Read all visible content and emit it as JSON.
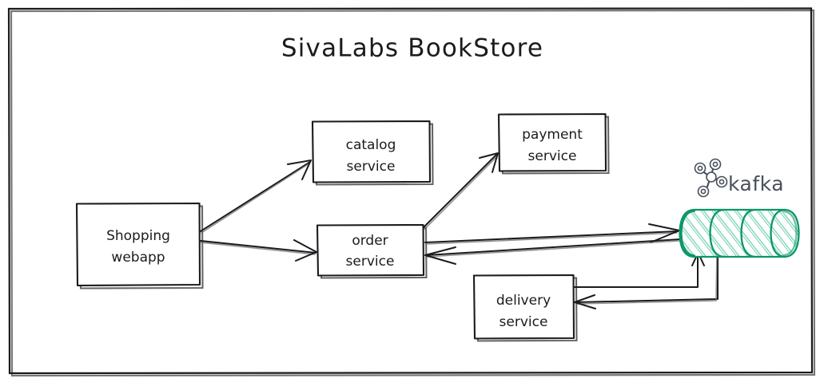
{
  "diagram": {
    "title": "SivaLabs BookStore",
    "frame_name": "diagram-frame",
    "background_color": "#ffffff",
    "ink_color": "#1b1b1f",
    "accent_color": "#0d9668",
    "accent_hatch_color": "#4cc49a",
    "kafka_text_color": "#474f5c",
    "style": "hand-drawn"
  },
  "nodes": [
    {
      "id": "shopping-webapp",
      "label_line1": "Shopping",
      "label_line2": "webapp",
      "shape": "rectangle"
    },
    {
      "id": "catalog-service",
      "label_line1": "catalog",
      "label_line2": "service",
      "shape": "rectangle"
    },
    {
      "id": "payment-service",
      "label_line1": "payment",
      "label_line2": "service",
      "shape": "rectangle"
    },
    {
      "id": "order-service",
      "label_line1": "order",
      "label_line2": "service",
      "shape": "rectangle"
    },
    {
      "id": "delivery-service",
      "label_line1": "delivery",
      "label_line2": "service",
      "shape": "rectangle"
    },
    {
      "id": "kafka-broker",
      "label_line1": "kafka",
      "label_line2": "",
      "shape": "cylinder"
    }
  ],
  "kafka": {
    "label": "kafka",
    "icon_name": "kafka-logo-icon",
    "segments": 3
  },
  "connections": [
    {
      "id": "webapp-to-catalog",
      "from": "shopping-webapp",
      "to": "catalog-service",
      "direction": "one-way"
    },
    {
      "id": "webapp-to-order",
      "from": "shopping-webapp",
      "to": "order-service",
      "direction": "one-way"
    },
    {
      "id": "order-to-payment",
      "from": "order-service",
      "to": "payment-service",
      "direction": "one-way"
    },
    {
      "id": "order-to-kafka",
      "from": "order-service",
      "to": "kafka-broker",
      "direction": "one-way"
    },
    {
      "id": "kafka-to-order",
      "from": "kafka-broker",
      "to": "order-service",
      "direction": "one-way"
    },
    {
      "id": "delivery-to-kafka",
      "from": "delivery-service",
      "to": "kafka-broker",
      "direction": "one-way"
    },
    {
      "id": "kafka-to-delivery",
      "from": "kafka-broker",
      "to": "delivery-service",
      "direction": "one-way"
    }
  ]
}
